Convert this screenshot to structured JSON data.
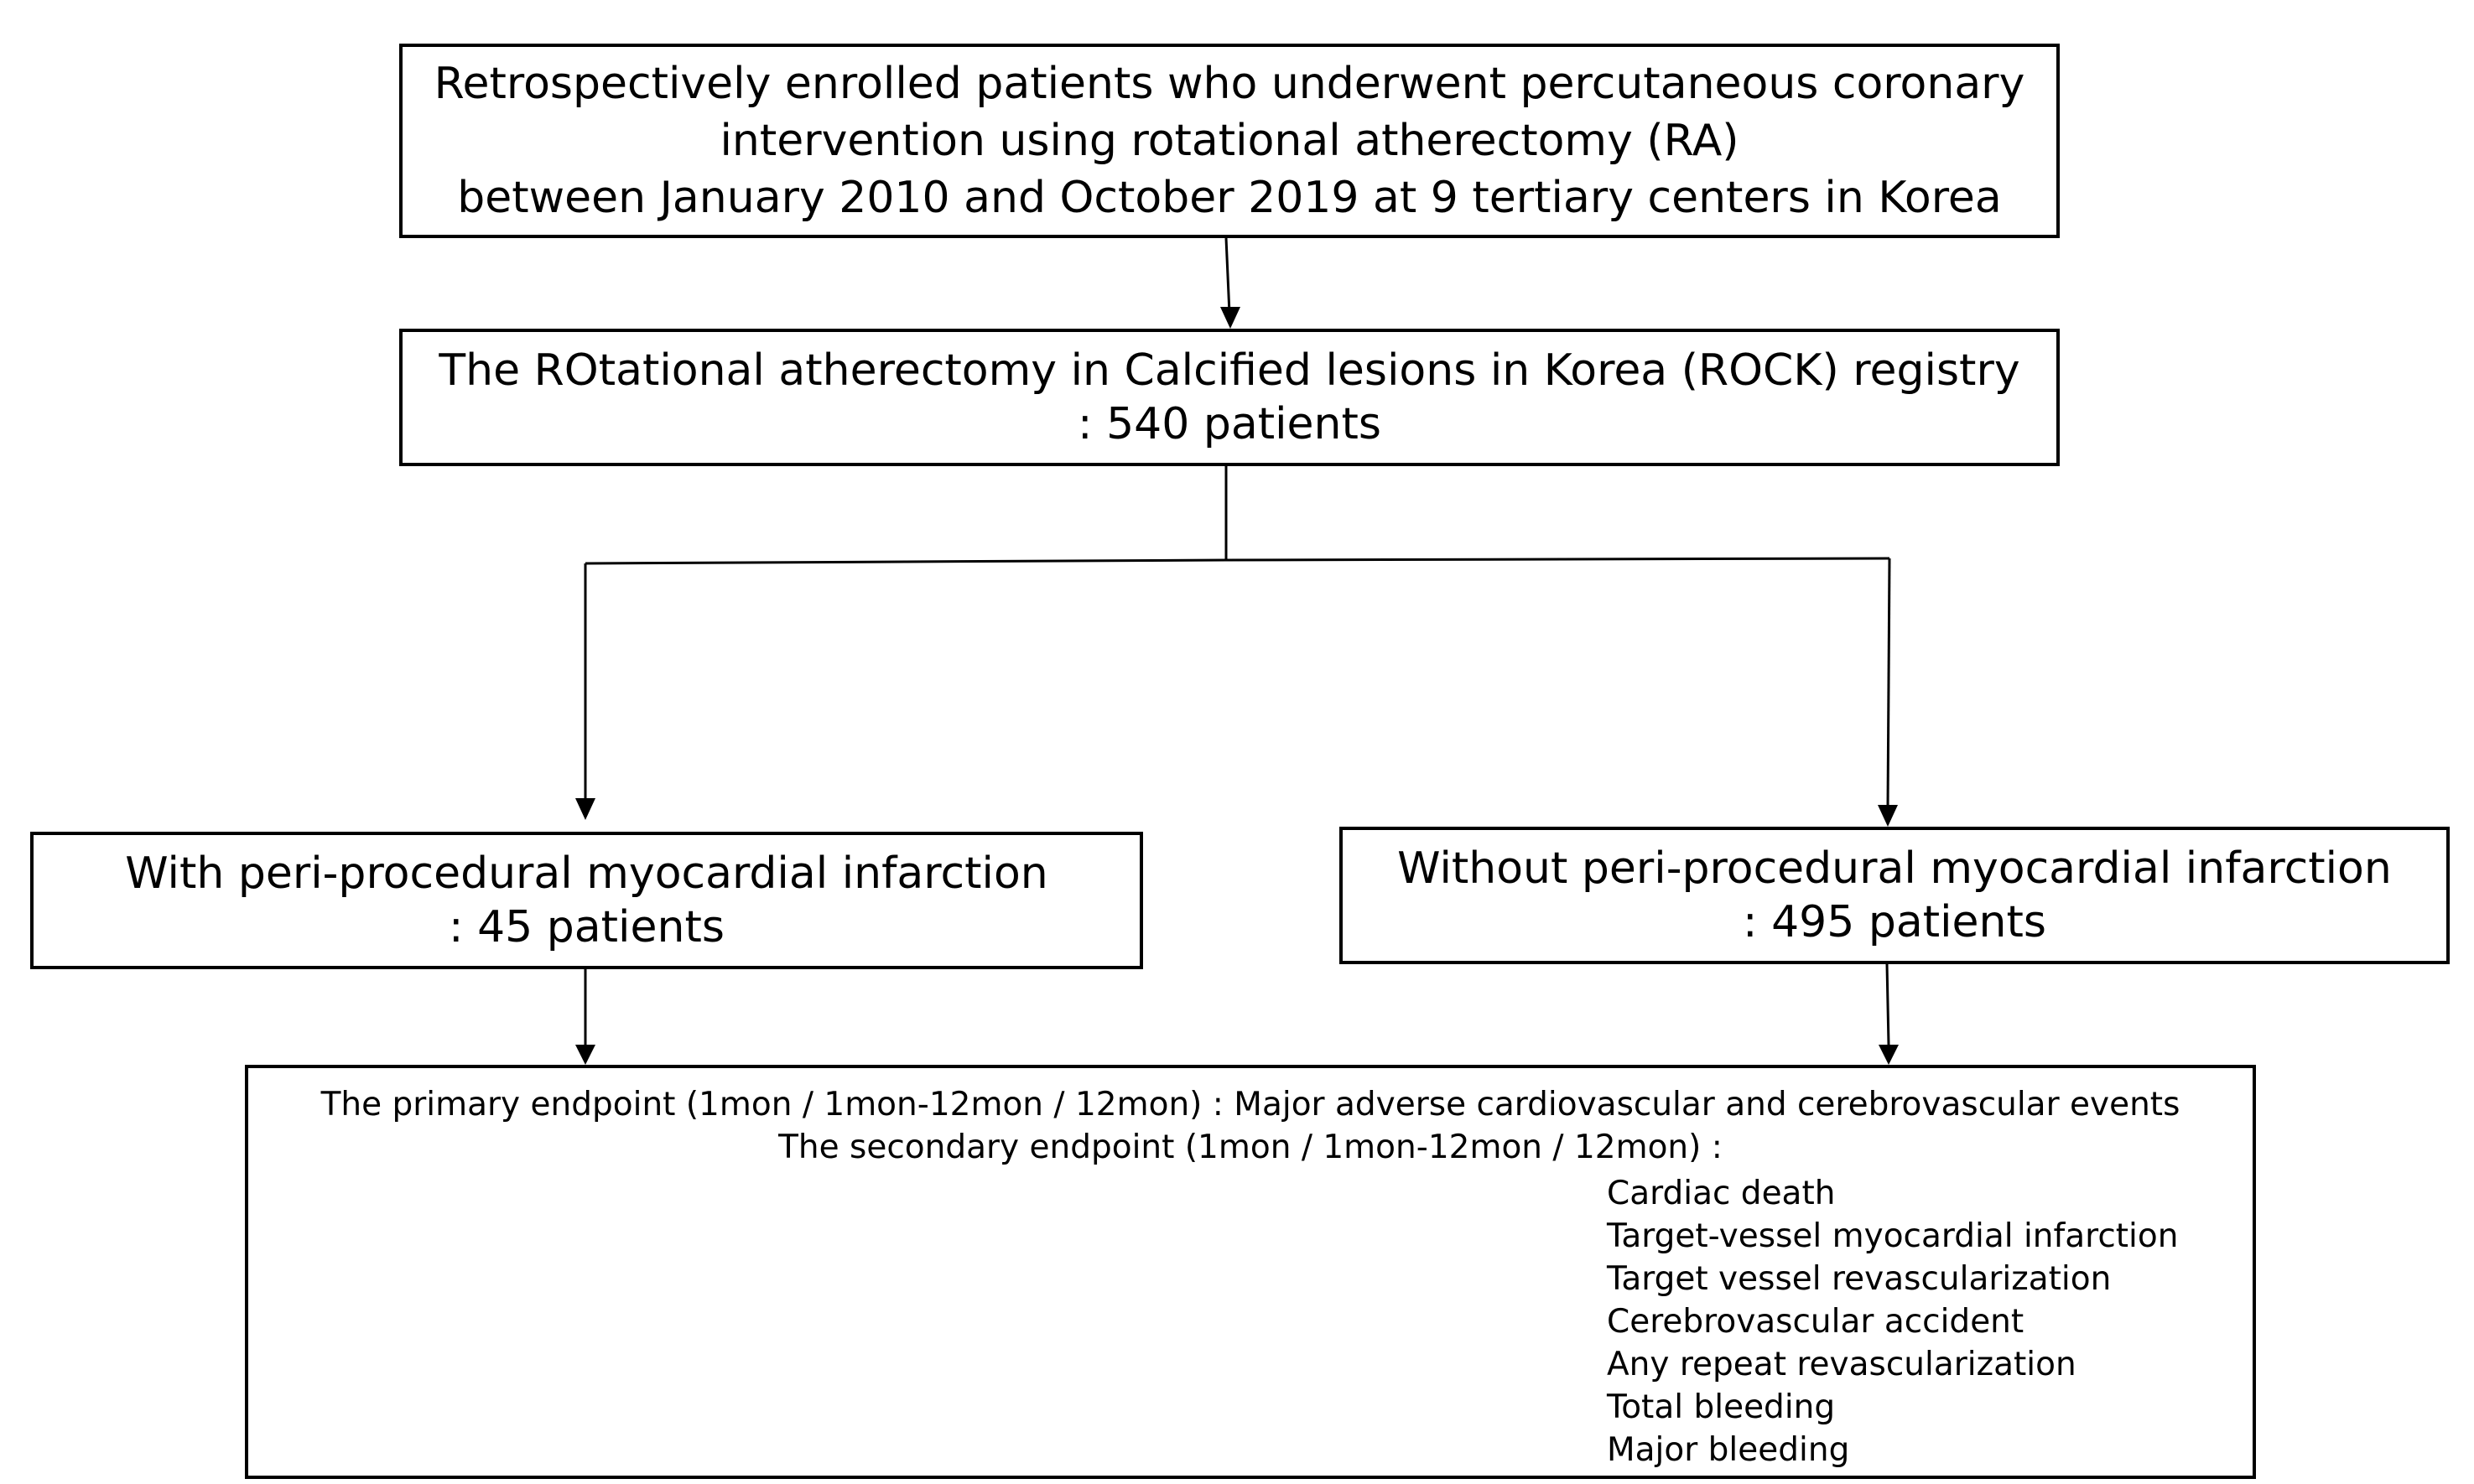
{
  "enrollment": {
    "lines": [
      "Retrospectively enrolled patients who underwent percutaneous coronary",
      "intervention using rotational atherectomy (RA)",
      "between January 2010 and October 2019 at 9 tertiary centers in Korea"
    ]
  },
  "registry": {
    "lines": [
      "The ROtational atherectomy in Calcified lesions in Korea (ROCK) registry",
      ": 540 patients"
    ]
  },
  "with_pmi": {
    "lines": [
      "With peri-procedural myocardial infarction",
      ": 45 patients"
    ]
  },
  "without_pmi": {
    "lines": [
      "Without peri-procedural myocardial infarction",
      ": 495 patients"
    ]
  },
  "endpoints": {
    "primary": "The primary endpoint (1mon / 1mon-12mon / 12mon) : Major adverse cardiovascular and cerebrovascular events",
    "secondary_heading": "The secondary endpoint (1mon / 1mon-12mon / 12mon) :",
    "secondary_items": [
      "Cardiac death",
      "Target-vessel myocardial infarction",
      "Target vessel revascularization",
      "Cerebrovascular accident",
      "Any repeat revascularization",
      "Total bleeding",
      "Major bleeding"
    ]
  },
  "colors": {
    "stroke": "#000000",
    "background": "#ffffff"
  }
}
